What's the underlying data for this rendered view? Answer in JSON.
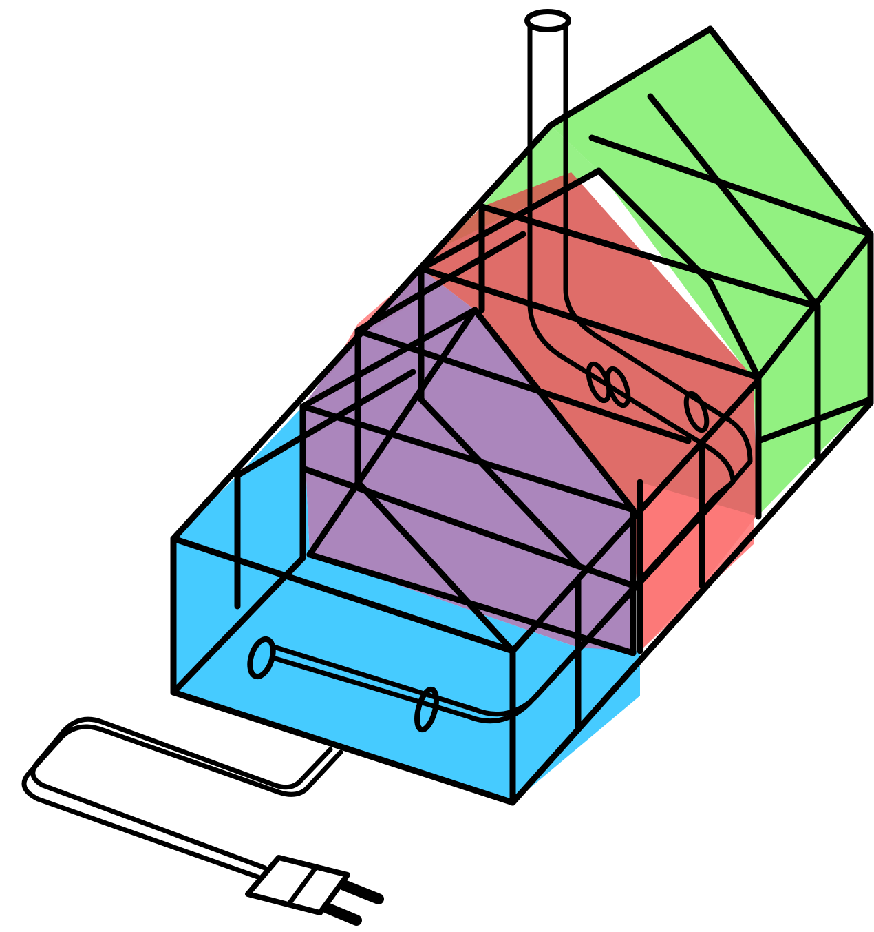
{
  "colors": {
    "background": "#ffffff",
    "outline": "#000000",
    "shed_zone": "#8cf07a",
    "hot_zone": "#e8504f",
    "hot_zone_light": "#ff7a7a",
    "cold_zone": "#3cc8ff",
    "overlap_zone": "#a780b8"
  },
  "components": {
    "building": "isometric-house-enclosure",
    "pipe": "vent-pipe",
    "cord": "power-cord",
    "plug": "two-prong-plug"
  }
}
